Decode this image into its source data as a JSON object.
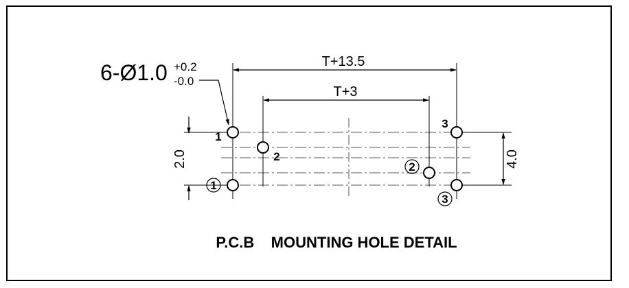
{
  "callout": {
    "main": "6-Ø1.0",
    "upper_tolerance": "+0.2",
    "lower_tolerance": "-0.0"
  },
  "dimensions": {
    "outer_span": "T+13.5",
    "inner_span": "T+3",
    "left_vertical": "2.0",
    "right_vertical": "4.0"
  },
  "hole_labels": {
    "top_left": "1",
    "bottom_left": "1",
    "inner_left": "2",
    "inner_right": "2",
    "top_right": "3",
    "bottom_right": "3"
  },
  "caption": "P.C.B    MOUNTING HOLE DETAIL",
  "colors": {
    "line": "#000000",
    "centerline": "#555555",
    "background": "#ffffff"
  }
}
